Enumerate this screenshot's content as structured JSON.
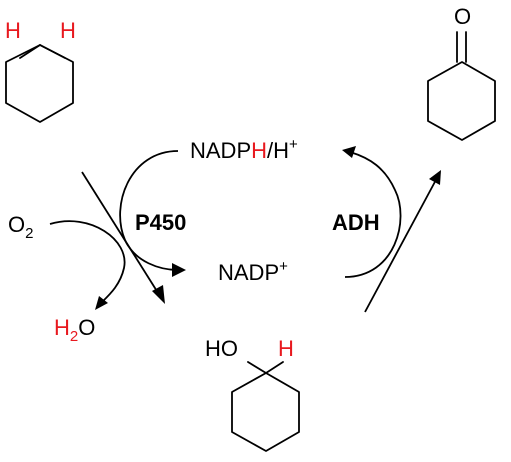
{
  "scheme": {
    "cyclohexane": {
      "h1": "H",
      "h2": "H",
      "h_color": "#e8191f"
    },
    "cyclohexanone": {
      "oxygen": "O"
    },
    "cyclohexanol": {
      "oh": "HO",
      "h": "H",
      "h_color": "#e8191f"
    },
    "cofactor_reduced": {
      "prefix": "NADP",
      "h_red": "H",
      "suffix": "/H",
      "charge": "+"
    },
    "cofactor_oxidized": {
      "text": "NADP",
      "charge": "+"
    },
    "enzyme_p450": "P450",
    "enzyme_adh": "ADH",
    "oxygen": {
      "symbol": "O",
      "sub": "2"
    },
    "water": {
      "h": "H",
      "sub": "2",
      "o": "O"
    }
  }
}
